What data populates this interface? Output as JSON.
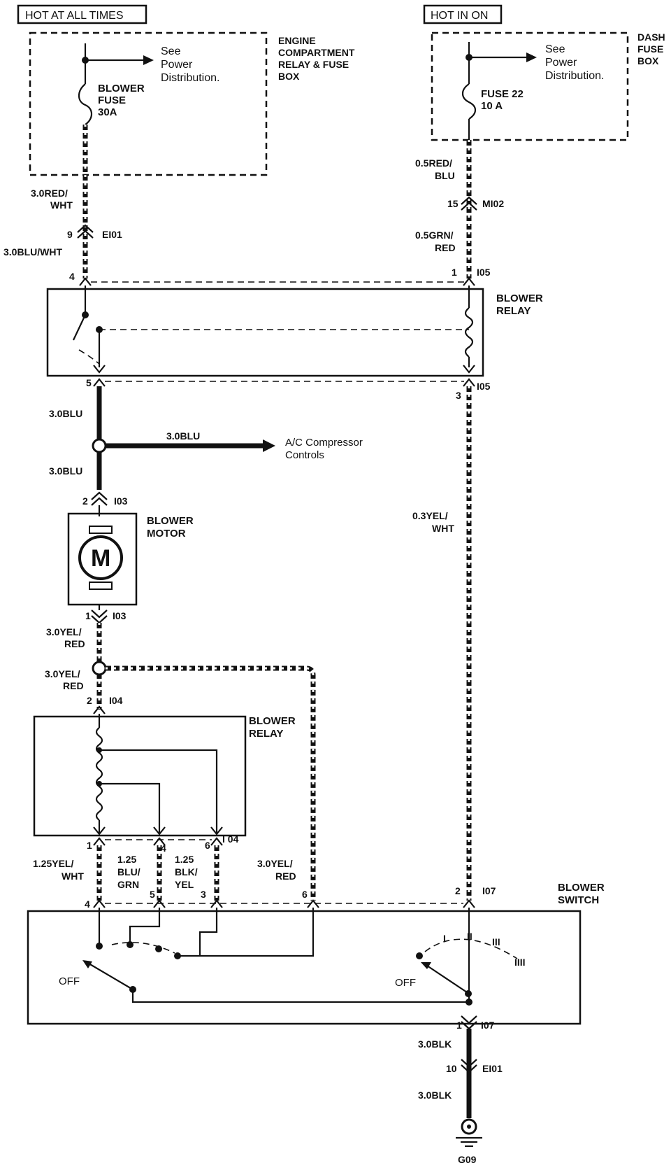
{
  "header": {
    "hot_at_all_times": "HOT AT ALL TIMES",
    "hot_in_on": "HOT IN ON"
  },
  "left_fuse_box": {
    "title_1": "ENGINE",
    "title_2": "COMPARTMENT",
    "title_3": "RELAY & FUSE",
    "title_4": "BOX",
    "see_1": "See",
    "see_2": "Power",
    "see_3": "Distribution.",
    "fuse_1": "BLOWER",
    "fuse_2": "FUSE",
    "fuse_3": "30A"
  },
  "right_fuse_box": {
    "title_1": "DASH",
    "title_2": "FUSE",
    "title_3": "BOX",
    "see_1": "See",
    "see_2": "Power",
    "see_3": "Distribution.",
    "fuse_1": "FUSE 22",
    "fuse_2": "10 A"
  },
  "wires": {
    "red_wht_1": "3.0RED/",
    "red_wht_2": "WHT",
    "blu_wht": "3.0BLU/WHT",
    "red_blu_1": "0.5RED/",
    "red_blu_2": "BLU",
    "grn_red_1": "0.5GRN/",
    "grn_red_2": "RED",
    "blu_a": "3.0BLU",
    "blu_b": "3.0BLU",
    "blu_c": "3.0BLU",
    "yel_wht_1": "0.3YEL/",
    "yel_wht_2": "WHT",
    "yel_red_a1": "3.0YEL/",
    "yel_red_a2": "RED",
    "yel_red_b1": "3.0YEL/",
    "yel_red_b2": "RED",
    "yel_red_c1": "3.0YEL/",
    "yel_red_c2": "RED",
    "yel_wht_125_1": "1.25YEL/",
    "yel_wht_125_2": "WHT",
    "blu_grn_1": "1.25",
    "blu_grn_2": "BLU/",
    "blu_grn_3": "GRN",
    "blk_yel_1": "1.25",
    "blk_yel_2": "BLK/",
    "blk_yel_3": "YEL",
    "blk_a": "3.0BLK",
    "blk_b": "3.0BLK"
  },
  "connectors": {
    "ei01_top": "EI01",
    "ei01_top_pin": "9",
    "mi02": "MI02",
    "mi02_pin": "15",
    "i05_a": "I05",
    "i05_a_pin": "1",
    "relay_left_pin_4": "4",
    "relay_left_pin_5": "5",
    "i05_b": "I05",
    "i05_b_pin": "3",
    "i03_top": "I03",
    "i03_top_pin": "2",
    "i03_bot": "I03",
    "i03_bot_pin": "1",
    "i04_top": "I04",
    "i04_top_pin": "2",
    "i04_bot": "I 04",
    "i04_pin_1": "1",
    "i04_pin_4": "4",
    "i04_pin_6": "6",
    "sw_pin_4": "4",
    "sw_pin_5": "5",
    "sw_pin_3": "3",
    "sw_pin_6": "6",
    "sw_pin_2": "2",
    "i07_top": "I07",
    "i07_bot": "I07",
    "i07_bot_pin": "1",
    "ei01_bot": "EI01",
    "ei01_bot_pin": "10",
    "ground": "G09"
  },
  "components": {
    "blower_relay_top_1": "BLOWER",
    "blower_relay_top_2": "RELAY",
    "ac_1": "A/C Compressor",
    "ac_2": "Controls",
    "motor_1": "BLOWER",
    "motor_2": "MOTOR",
    "motor_symbol": "M",
    "blower_relay_low_1": "BLOWER",
    "blower_relay_low_2": "RELAY",
    "switch_1": "BLOWER",
    "switch_2": "SWITCH",
    "off_left": "OFF",
    "off_right": "OFF",
    "pos_1": "I",
    "pos_2": "II",
    "pos_3": "III",
    "pos_4": "IIII"
  }
}
